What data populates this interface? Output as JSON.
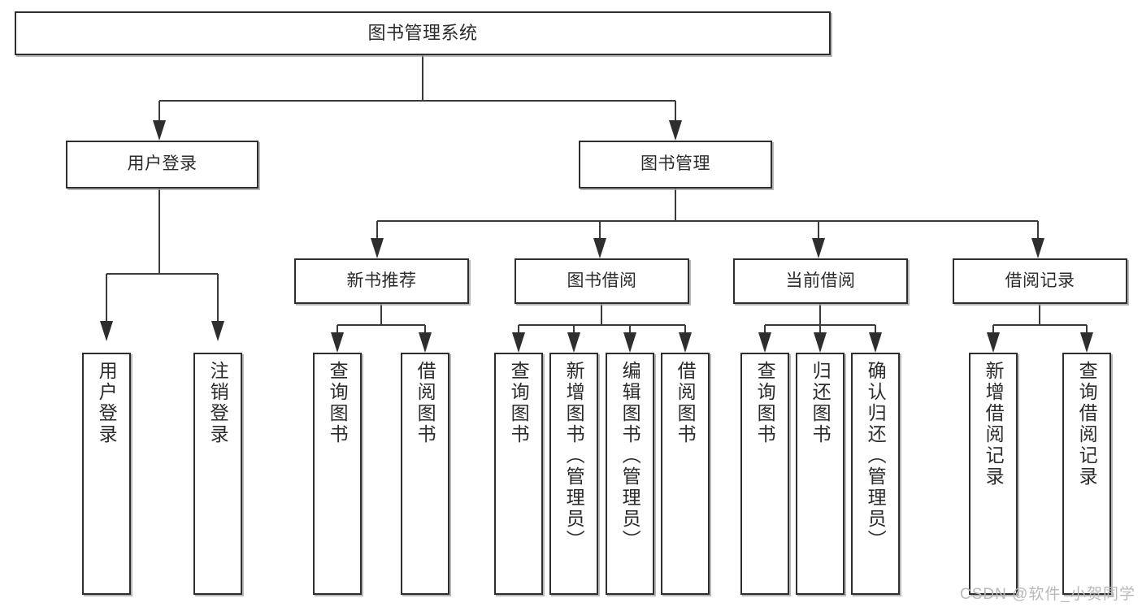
{
  "diagram": {
    "title": "图书管理系统",
    "watermark": "CSDN @软件_小贺同学",
    "stroke_color": "#2e2e2e",
    "shadow_color": "#a0a0a0",
    "background_color": "#ffffff",
    "text_color": "#2b2b2b"
  },
  "root": {
    "label": "图书管理系统"
  },
  "level2": [
    {
      "label": "用户登录"
    },
    {
      "label": "图书管理"
    }
  ],
  "level3": [
    {
      "label": "新书推荐"
    },
    {
      "label": "图书借阅"
    },
    {
      "label": "当前借阅"
    },
    {
      "label": "借阅记录"
    }
  ],
  "leaves": {
    "user_login": [
      {
        "label": "用户登录"
      },
      {
        "label": "注销登录"
      }
    ],
    "new_book_recommend": [
      {
        "label": "查询图书"
      },
      {
        "label": "借阅图书"
      }
    ],
    "book_borrow": [
      {
        "label": "查询图书"
      },
      {
        "label": "新增图书（管理员）"
      },
      {
        "label": "编辑图书（管理员）"
      },
      {
        "label": "借阅图书"
      }
    ],
    "current_borrow": [
      {
        "label": "查询图书"
      },
      {
        "label": "归还图书"
      },
      {
        "label": "确认归还（管理员）"
      }
    ],
    "borrow_records": [
      {
        "label": "新增借阅记录"
      },
      {
        "label": "查询借阅记录"
      }
    ]
  }
}
